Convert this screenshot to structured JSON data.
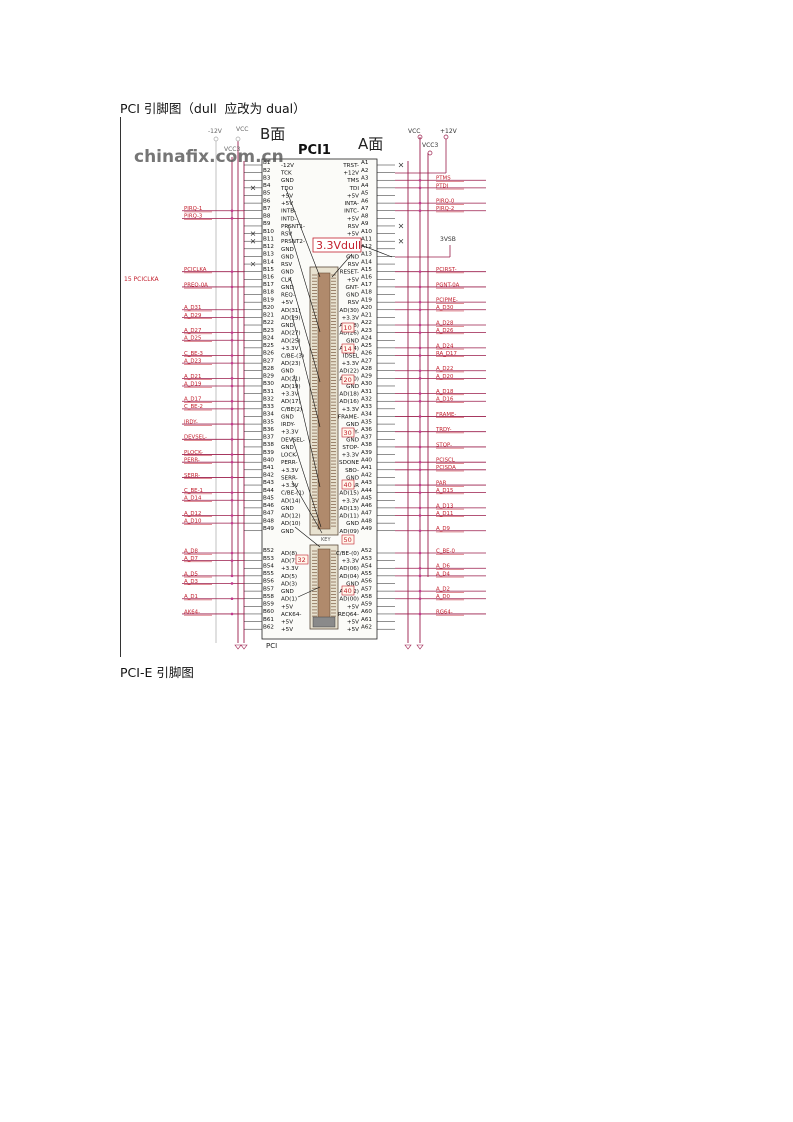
{
  "caption_top": "PCI 引脚图（dull  应改为 dual）",
  "caption_bottom": "PCI-E 引脚图",
  "figure": {
    "watermark": "chinafix.com.cn",
    "title": "PCI1",
    "side_b_label": "B面",
    "side_a_label": "A面",
    "footer": "PCI",
    "annotation_33v": "3.3Vdull",
    "key_label": "KEY",
    "top_power_left": [
      "-12V",
      "VCC",
      "VCC3"
    ],
    "top_power_right": [
      "VCC",
      "+12V",
      "VCC3"
    ],
    "right_power_3vsb": "3VSB",
    "callouts": [
      "10",
      "14",
      "20",
      "30",
      "40",
      "50",
      "32",
      "40"
    ],
    "colors": {
      "wire": "#9a1b4a",
      "junction": "#c23a8e",
      "body": "#e8e2d0",
      "slot": "#b08a6c",
      "label_red": "#c3202e"
    },
    "b_side": [
      {
        "pin": "B1",
        "name": "-12V"
      },
      {
        "pin": "B2",
        "name": "TCK"
      },
      {
        "pin": "B3",
        "name": "GND"
      },
      {
        "pin": "B4",
        "name": "TDO"
      },
      {
        "pin": "B5",
        "name": "+5V"
      },
      {
        "pin": "B6",
        "name": "+5V"
      },
      {
        "pin": "B7",
        "name": "INTB-"
      },
      {
        "pin": "B8",
        "name": "INTD-"
      },
      {
        "pin": "B9",
        "name": "PRSNT1-"
      },
      {
        "pin": "B10",
        "name": "RSV"
      },
      {
        "pin": "B11",
        "name": "PRSNT2-"
      },
      {
        "pin": "B12",
        "name": "GND"
      },
      {
        "pin": "B13",
        "name": "GND"
      },
      {
        "pin": "B14",
        "name": "RSV"
      },
      {
        "pin": "B15",
        "name": "GND"
      },
      {
        "pin": "B16",
        "name": "CLK"
      },
      {
        "pin": "B17",
        "name": "GND"
      },
      {
        "pin": "B18",
        "name": "REQ-"
      },
      {
        "pin": "B19",
        "name": "+5V"
      },
      {
        "pin": "B20",
        "name": "AD(31)"
      },
      {
        "pin": "B21",
        "name": "AD(29)"
      },
      {
        "pin": "B22",
        "name": "GND"
      },
      {
        "pin": "B23",
        "name": "AD(27)"
      },
      {
        "pin": "B24",
        "name": "AD(25)"
      },
      {
        "pin": "B25",
        "name": "+3.3V"
      },
      {
        "pin": "B26",
        "name": "C/BE-(3)"
      },
      {
        "pin": "B27",
        "name": "AD(23)"
      },
      {
        "pin": "B28",
        "name": "GND"
      },
      {
        "pin": "B29",
        "name": "AD(21)"
      },
      {
        "pin": "B30",
        "name": "AD(19)"
      },
      {
        "pin": "B31",
        "name": "+3.3V"
      },
      {
        "pin": "B32",
        "name": "AD(17)"
      },
      {
        "pin": "B33",
        "name": "C/BE(2)"
      },
      {
        "pin": "B34",
        "name": "GND"
      },
      {
        "pin": "B35",
        "name": "IRDY-"
      },
      {
        "pin": "B36",
        "name": "+3.3V"
      },
      {
        "pin": "B37",
        "name": "DEVSEL-"
      },
      {
        "pin": "B38",
        "name": "GND"
      },
      {
        "pin": "B39",
        "name": "LOCK-"
      },
      {
        "pin": "B40",
        "name": "PERR-"
      },
      {
        "pin": "B41",
        "name": "+3.3V"
      },
      {
        "pin": "B42",
        "name": "SERR-"
      },
      {
        "pin": "B43",
        "name": "+3.3V"
      },
      {
        "pin": "B44",
        "name": "C/BE-(1)"
      },
      {
        "pin": "B45",
        "name": "AD(14)"
      },
      {
        "pin": "B46",
        "name": "GND"
      },
      {
        "pin": "B47",
        "name": "AD(12)"
      },
      {
        "pin": "B48",
        "name": "AD(10)"
      },
      {
        "pin": "B49",
        "name": "GND"
      },
      {
        "pin": "B52",
        "name": "AD(8)"
      },
      {
        "pin": "B53",
        "name": "AD(7)"
      },
      {
        "pin": "B54",
        "name": "+3.3V"
      },
      {
        "pin": "B55",
        "name": "AD(5)"
      },
      {
        "pin": "B56",
        "name": "AD(3)"
      },
      {
        "pin": "B57",
        "name": "GND"
      },
      {
        "pin": "B58",
        "name": "AD(1)"
      },
      {
        "pin": "B59",
        "name": "+5V"
      },
      {
        "pin": "B60",
        "name": "ACK64-"
      },
      {
        "pin": "B61",
        "name": "+5V"
      },
      {
        "pin": "B62",
        "name": "+5V"
      }
    ],
    "a_side": [
      {
        "pin": "A1",
        "name": "TRST-"
      },
      {
        "pin": "A2",
        "name": "+12V"
      },
      {
        "pin": "A3",
        "name": "TMS"
      },
      {
        "pin": "A4",
        "name": "TDI"
      },
      {
        "pin": "A5",
        "name": "+5V"
      },
      {
        "pin": "A6",
        "name": "INTA-"
      },
      {
        "pin": "A7",
        "name": "INTC-"
      },
      {
        "pin": "A8",
        "name": "+5V"
      },
      {
        "pin": "A9",
        "name": "RSV"
      },
      {
        "pin": "A10",
        "name": "+5V"
      },
      {
        "pin": "A11",
        "name": "RSV"
      },
      {
        "pin": "A12",
        "name": "GND"
      },
      {
        "pin": "A13",
        "name": "GND"
      },
      {
        "pin": "A14",
        "name": "RSV"
      },
      {
        "pin": "A15",
        "name": "RESET-"
      },
      {
        "pin": "A16",
        "name": "+5V"
      },
      {
        "pin": "A17",
        "name": "GNT-"
      },
      {
        "pin": "A18",
        "name": "GND"
      },
      {
        "pin": "A19",
        "name": "RSV"
      },
      {
        "pin": "A20",
        "name": "AD(30)"
      },
      {
        "pin": "A21",
        "name": "+3.3V"
      },
      {
        "pin": "A22",
        "name": "AD(28)"
      },
      {
        "pin": "A23",
        "name": "AD(26)"
      },
      {
        "pin": "A24",
        "name": "GND"
      },
      {
        "pin": "A25",
        "name": "AD(24)"
      },
      {
        "pin": "A26",
        "name": "IDSEL"
      },
      {
        "pin": "A27",
        "name": "+3.3V"
      },
      {
        "pin": "A28",
        "name": "AD(22)"
      },
      {
        "pin": "A29",
        "name": "AD(20)"
      },
      {
        "pin": "A30",
        "name": "GND"
      },
      {
        "pin": "A31",
        "name": "AD(18)"
      },
      {
        "pin": "A32",
        "name": "AD(16)"
      },
      {
        "pin": "A33",
        "name": "+3.3V"
      },
      {
        "pin": "A34",
        "name": "FRAME-"
      },
      {
        "pin": "A35",
        "name": "GND"
      },
      {
        "pin": "A36",
        "name": "TRDY-"
      },
      {
        "pin": "A37",
        "name": "GND"
      },
      {
        "pin": "A38",
        "name": "STOP-"
      },
      {
        "pin": "A39",
        "name": "+3.3V"
      },
      {
        "pin": "A40",
        "name": "SDONE"
      },
      {
        "pin": "A41",
        "name": "SBO-"
      },
      {
        "pin": "A42",
        "name": "GND"
      },
      {
        "pin": "A43",
        "name": "PAR"
      },
      {
        "pin": "A44",
        "name": "AD(15)"
      },
      {
        "pin": "A45",
        "name": "+3.3V"
      },
      {
        "pin": "A46",
        "name": "AD(13)"
      },
      {
        "pin": "A47",
        "name": "AD(11)"
      },
      {
        "pin": "A48",
        "name": "GND"
      },
      {
        "pin": "A49",
        "name": "AD(09)"
      },
      {
        "pin": "A52",
        "name": "C/BE-(0)"
      },
      {
        "pin": "A53",
        "name": "+3.3V"
      },
      {
        "pin": "A54",
        "name": "AD(06)"
      },
      {
        "pin": "A55",
        "name": "AD(04)"
      },
      {
        "pin": "A56",
        "name": "GND"
      },
      {
        "pin": "A57",
        "name": "AD(02)"
      },
      {
        "pin": "A58",
        "name": "AD(00)"
      },
      {
        "pin": "A59",
        "name": "+5V"
      },
      {
        "pin": "A60",
        "name": "REQ64-"
      },
      {
        "pin": "A61",
        "name": "+5V"
      },
      {
        "pin": "A62",
        "name": "+5V"
      }
    ],
    "left_nets": [
      {
        "pin": "B7",
        "net": "PIRQ-1"
      },
      {
        "pin": "B8",
        "net": "PIRQ-3"
      },
      {
        "pin": "B15",
        "net": "PCICLKA"
      },
      {
        "pin": "B17",
        "net": "PREQ-0A"
      },
      {
        "pin": "B20",
        "net": "A_D31"
      },
      {
        "pin": "B21",
        "net": "A_D29"
      },
      {
        "pin": "B23",
        "net": "A_D27"
      },
      {
        "pin": "B24",
        "net": "A_D25"
      },
      {
        "pin": "B26",
        "net": "C_BE-3"
      },
      {
        "pin": "B27",
        "net": "A_D23"
      },
      {
        "pin": "B29",
        "net": "A_D21"
      },
      {
        "pin": "B30",
        "net": "A_D19"
      },
      {
        "pin": "B32",
        "net": "A_D17"
      },
      {
        "pin": "B33",
        "net": "C_BE-2"
      },
      {
        "pin": "B35",
        "net": "IRDY-"
      },
      {
        "pin": "B37",
        "net": "DEVSEL-"
      },
      {
        "pin": "B39",
        "net": "PLOCK-"
      },
      {
        "pin": "B40",
        "net": "PERR-"
      },
      {
        "pin": "B42",
        "net": "SERR-"
      },
      {
        "pin": "B44",
        "net": "C_BE-1"
      },
      {
        "pin": "B45",
        "net": "A_D14"
      },
      {
        "pin": "B47",
        "net": "A_D12"
      },
      {
        "pin": "B48",
        "net": "A_D10"
      },
      {
        "pin": "B52",
        "net": "A_D8"
      },
      {
        "pin": "B53",
        "net": "A_D7"
      },
      {
        "pin": "B55",
        "net": "A_D5"
      },
      {
        "pin": "B56",
        "net": "A_D3"
      },
      {
        "pin": "B58",
        "net": "A_D1"
      },
      {
        "pin": "B60",
        "net": "AK64-"
      }
    ],
    "left_offpage": "15  PCICLKA",
    "right_nets": [
      {
        "pin": "A3",
        "net": "PTMS"
      },
      {
        "pin": "A4",
        "net": "PTDI"
      },
      {
        "pin": "A6",
        "net": "PIRQ-0"
      },
      {
        "pin": "A7",
        "net": "PIRQ-2"
      },
      {
        "pin": "A15",
        "net": "PCIRST-"
      },
      {
        "pin": "A17",
        "net": "PGNT-0A"
      },
      {
        "pin": "A19",
        "net": "PCIPME-"
      },
      {
        "pin": "A20",
        "net": "A_D30"
      },
      {
        "pin": "A22",
        "net": "A_D28"
      },
      {
        "pin": "A23",
        "net": "A_D26"
      },
      {
        "pin": "A25",
        "net": "A_D24"
      },
      {
        "pin": "A26",
        "net": "RA_D17"
      },
      {
        "pin": "A28",
        "net": "A_D22"
      },
      {
        "pin": "A29",
        "net": "A_D20"
      },
      {
        "pin": "A31",
        "net": "A_D18"
      },
      {
        "pin": "A32",
        "net": "A_D16"
      },
      {
        "pin": "A34",
        "net": "FRAME-"
      },
      {
        "pin": "A36",
        "net": "TRDY-"
      },
      {
        "pin": "A38",
        "net": "STOP-"
      },
      {
        "pin": "A40",
        "net": "PCISCL"
      },
      {
        "pin": "A41",
        "net": "PCISDA"
      },
      {
        "pin": "A43",
        "net": "PAR"
      },
      {
        "pin": "A44",
        "net": "A_D15"
      },
      {
        "pin": "A46",
        "net": "A_D13"
      },
      {
        "pin": "A47",
        "net": "A_D11"
      },
      {
        "pin": "A49",
        "net": "A_D9"
      },
      {
        "pin": "A52",
        "net": "C_BE-0"
      },
      {
        "pin": "A54",
        "net": "A_D6"
      },
      {
        "pin": "A55",
        "net": "A_D4"
      },
      {
        "pin": "A57",
        "net": "A_D2"
      },
      {
        "pin": "A58",
        "net": "A_D0"
      },
      {
        "pin": "A60",
        "net": "RG64-"
      }
    ]
  }
}
